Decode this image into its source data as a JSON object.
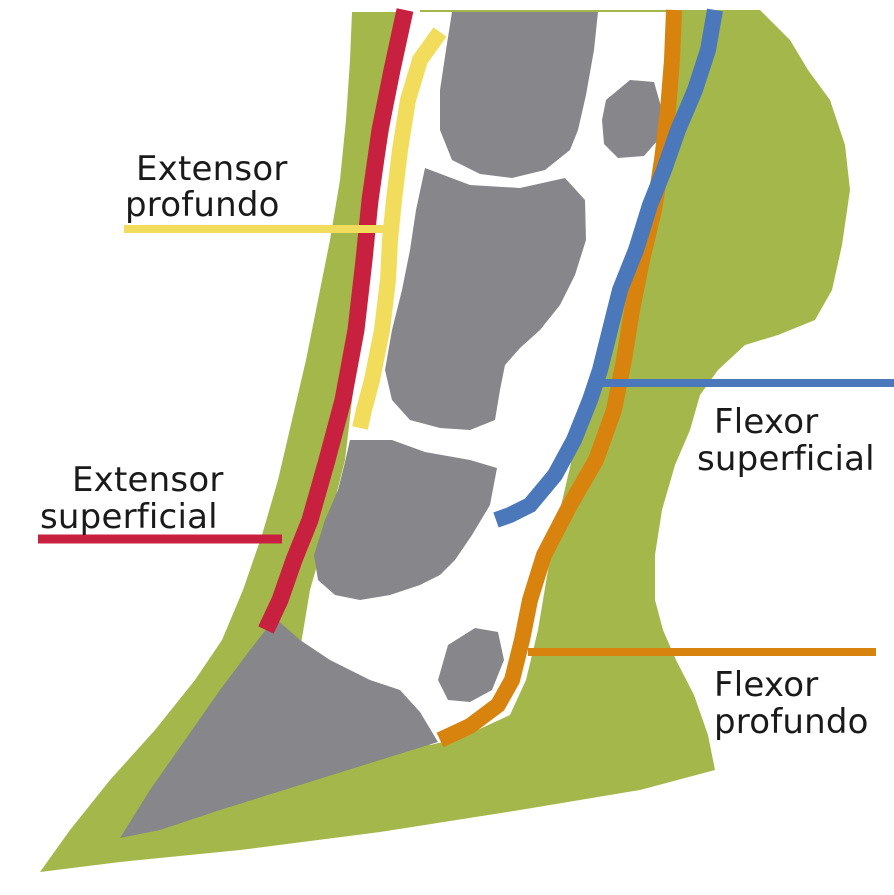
{
  "labels": {
    "extensor_profundo": [
      "Extensor",
      "profundo"
    ],
    "extensor_superficial": [
      "Extensor",
      "superficial"
    ],
    "flexor_superficial": [
      "Flexor",
      "superficial"
    ],
    "flexor_profundo": [
      "Flexor",
      "profundo"
    ]
  },
  "colors": {
    "skin": "#a4b74b",
    "bone": "#87868a",
    "background": "#ffffff",
    "extensor_superficial": "#c8203f",
    "extensor_profundo": "#f2dc5c",
    "flexor_superficial": "#4a78bb",
    "flexor_profundo": "#d9830f",
    "text": "#1a1a1a"
  }
}
